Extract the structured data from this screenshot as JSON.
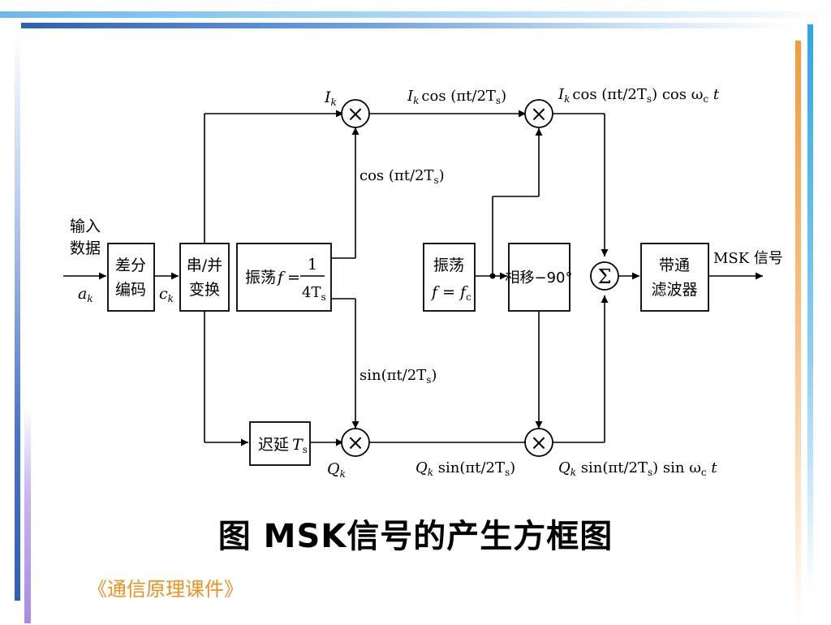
{
  "colors": {
    "accent_orange": "#f0901e",
    "bar_blue": "#2f5fb3",
    "bar_light_blue": "#6fb8e8",
    "bar_purple": "#a88ae0"
  },
  "blocks": {
    "diff_line1": "差分",
    "diff_line2": "编码",
    "sp_line1": "串/并",
    "sp_line2": "变换",
    "osc1_label": "振荡",
    "osc1_f": "f",
    "osc1_eq": "=",
    "osc1_num": "1",
    "osc1_den": "4T",
    "osc1_den_sub": "s",
    "delay_label": "迟延",
    "delay_T": "T",
    "delay_sub": "s",
    "osc2_line1": "振荡",
    "osc2_f": "f",
    "osc2_eq": " = ",
    "osc2_fc": "f",
    "osc2_fc_sub": "c",
    "phase": "相移−90°",
    "bpf_line1": "带通",
    "bpf_line2": "滤波器",
    "mult_symbol": "×",
    "sum_symbol": "Σ"
  },
  "signals": {
    "input_line1": "输入",
    "input_line2": "数据",
    "a": "a",
    "a_sub": "k",
    "c": "c",
    "c_sub": "k",
    "I": "I",
    "I_sub": "k",
    "Q": "Q",
    "Q_sub": "k",
    "Icos_func": "cos (",
    "Icos_arg": "πt",
    "Icos_slash": "/2T",
    "Icos_sub": "s",
    "Icos_close": ")",
    "cos_label": "cos (πt/2T",
    "cos_label_sub": "s",
    "cos_label_close": ")",
    "sin_label": "sin(πt/2T",
    "sin_label_sub": "s",
    "sin_label_close": ")",
    "Ifinal_mid": "cos (πt/2T",
    "Ifinal_sub": "s",
    "Ifinal_end": ") cos ω",
    "Ifinal_wsub": "c",
    "Ifinal_t": " t",
    "Qsin_mid": " sin(πt/2T",
    "Qsin_sub": "s",
    "Qsin_close": ")",
    "Qfinal_mid": " sin(πt/2T",
    "Qfinal_sub": "s",
    "Qfinal_end": ") sin ω",
    "Qfinal_wsub": "c",
    "Qfinal_t": " t",
    "output": "MSK 信号"
  },
  "caption": "图  MSK信号的产生方框图",
  "footer": "《通信原理课件》"
}
